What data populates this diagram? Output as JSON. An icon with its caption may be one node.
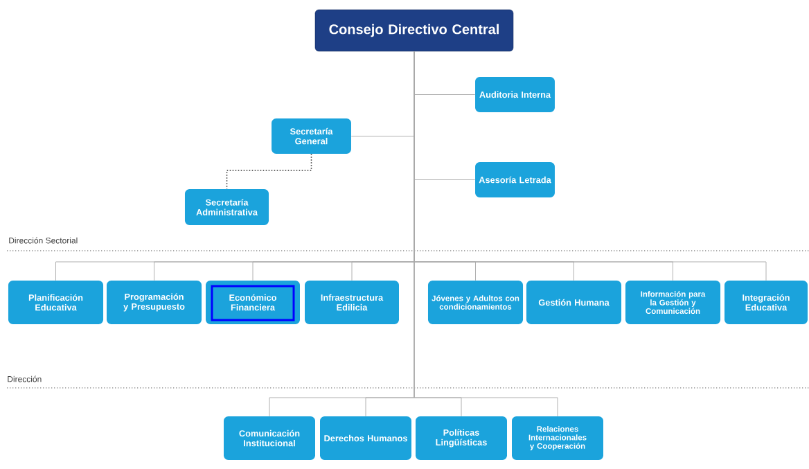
{
  "diagram": {
    "nodes": [
      {
        "text": [
          "Consejo Directivo Central"
        ]
      },
      {
        "text": [
          "Auditoria Interna"
        ]
      },
      {
        "text": [
          "Secretaría General"
        ]
      },
      {
        "text": [
          "Asesoría Letrada"
        ]
      },
      {
        "text": [
          "Secretaría Administrativa"
        ]
      },
      {
        "text": [
          "Planificación Educativa"
        ]
      },
      {
        "text": [
          "Programación y Presupuesto"
        ]
      },
      {
        "text": [
          "Económico Financiera"
        ]
      },
      {
        "text": [
          "Infraestructura Edilicia"
        ]
      },
      {
        "text": [
          "Jóvenes y Adultos con condicionamientos"
        ]
      },
      {
        "text": [
          "Gestión Humana"
        ]
      },
      {
        "text": [
          "Información para la Gestión y Comunicación"
        ]
      },
      {
        "text": [
          "Integración Educativa"
        ]
      },
      {
        "text": [
          "Comunicación Institucional"
        ]
      },
      {
        "text": [
          "Derechos Humanos"
        ]
      },
      {
        "text": [
          "Políticas Lingüísticas"
        ]
      },
      {
        "text": [
          "Relaciones Internacionales y Cooperación"
        ]
      }
    ],
    "edges": [
      {
        "from": 0,
        "to": 1,
        "arrow": "none"
      },
      {
        "from": 0,
        "to": 2,
        "arrow": "none"
      },
      {
        "from": 0,
        "to": 3,
        "arrow": "none"
      },
      {
        "from": 2,
        "to": 4,
        "arrow": "none",
        "style": "dashed",
        "color": "#333333"
      },
      {
        "from": 0,
        "to": 5,
        "arrow": "none"
      },
      {
        "from": 0,
        "to": 6,
        "arrow": "none"
      },
      {
        "from": 0,
        "to": 7,
        "arrow": "none"
      },
      {
        "from": 0,
        "to": 8,
        "arrow": "none"
      },
      {
        "from": 0,
        "to": 9,
        "arrow": "none"
      },
      {
        "from": 0,
        "to": 10,
        "arrow": "none"
      },
      {
        "from": 0,
        "to": 11,
        "arrow": "none"
      },
      {
        "from": 0,
        "to": 12,
        "arrow": "none"
      },
      {
        "from": 0,
        "to": 13,
        "arrow": "none"
      },
      {
        "from": 0,
        "to": 14,
        "arrow": "none"
      },
      {
        "from": 0,
        "to": 15,
        "arrow": "none"
      },
      {
        "from": 0,
        "to": 16,
        "arrow": "none"
      }
    ],
    "labels": [
      "Dirección Sectorial",
      "Dirección"
    ]
  }
}
